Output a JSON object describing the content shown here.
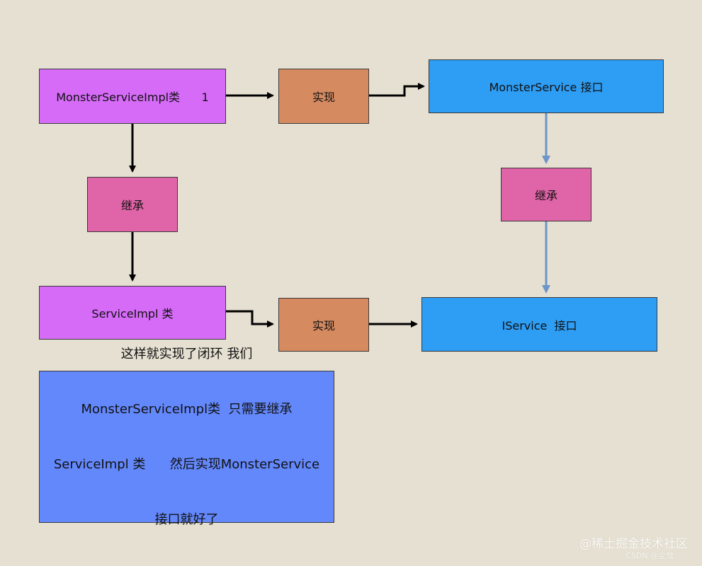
{
  "nodes": {
    "monster_service_impl": "MonsterServiceImpl类      1",
    "impl_top": "实现",
    "monster_service": "MonsterService 接口",
    "inherit_left": "继承",
    "inherit_right": "继承",
    "service_impl": "ServiceImpl 类",
    "impl_bottom": "实现",
    "iservice": "IService  接口"
  },
  "note": {
    "lines": [
      "这样就实现了闭环 我们",
      "MonsterServiceImpl类  只需要继承",
      "ServiceImpl 类      然后实现MonsterService",
      "接口就好了"
    ]
  },
  "watermark": {
    "main": "@稀土掘金技术社区",
    "sub": "CSDN @尘觉"
  },
  "colors": {
    "background": "#e6e0d2",
    "class_box": "#d66bf8",
    "implement_box": "#d58a60",
    "inherit_box": "#e064a8",
    "interface_box": "#2e9df4",
    "note_box": "#6388fc",
    "arrow_dark": "#000000",
    "arrow_blue": "#6c95c8"
  }
}
